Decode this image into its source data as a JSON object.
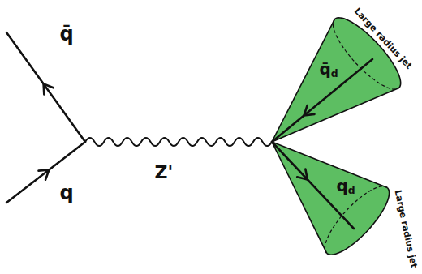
{
  "diagram": {
    "nodes": [
      {
        "text": [
          "q̄d",
          "Large radius jet"
        ]
      },
      {
        "text": [
          "qd",
          "Large radius jet"
        ]
      }
    ],
    "labels": [
      "q̄",
      "q",
      "Z'"
    ]
  }
}
